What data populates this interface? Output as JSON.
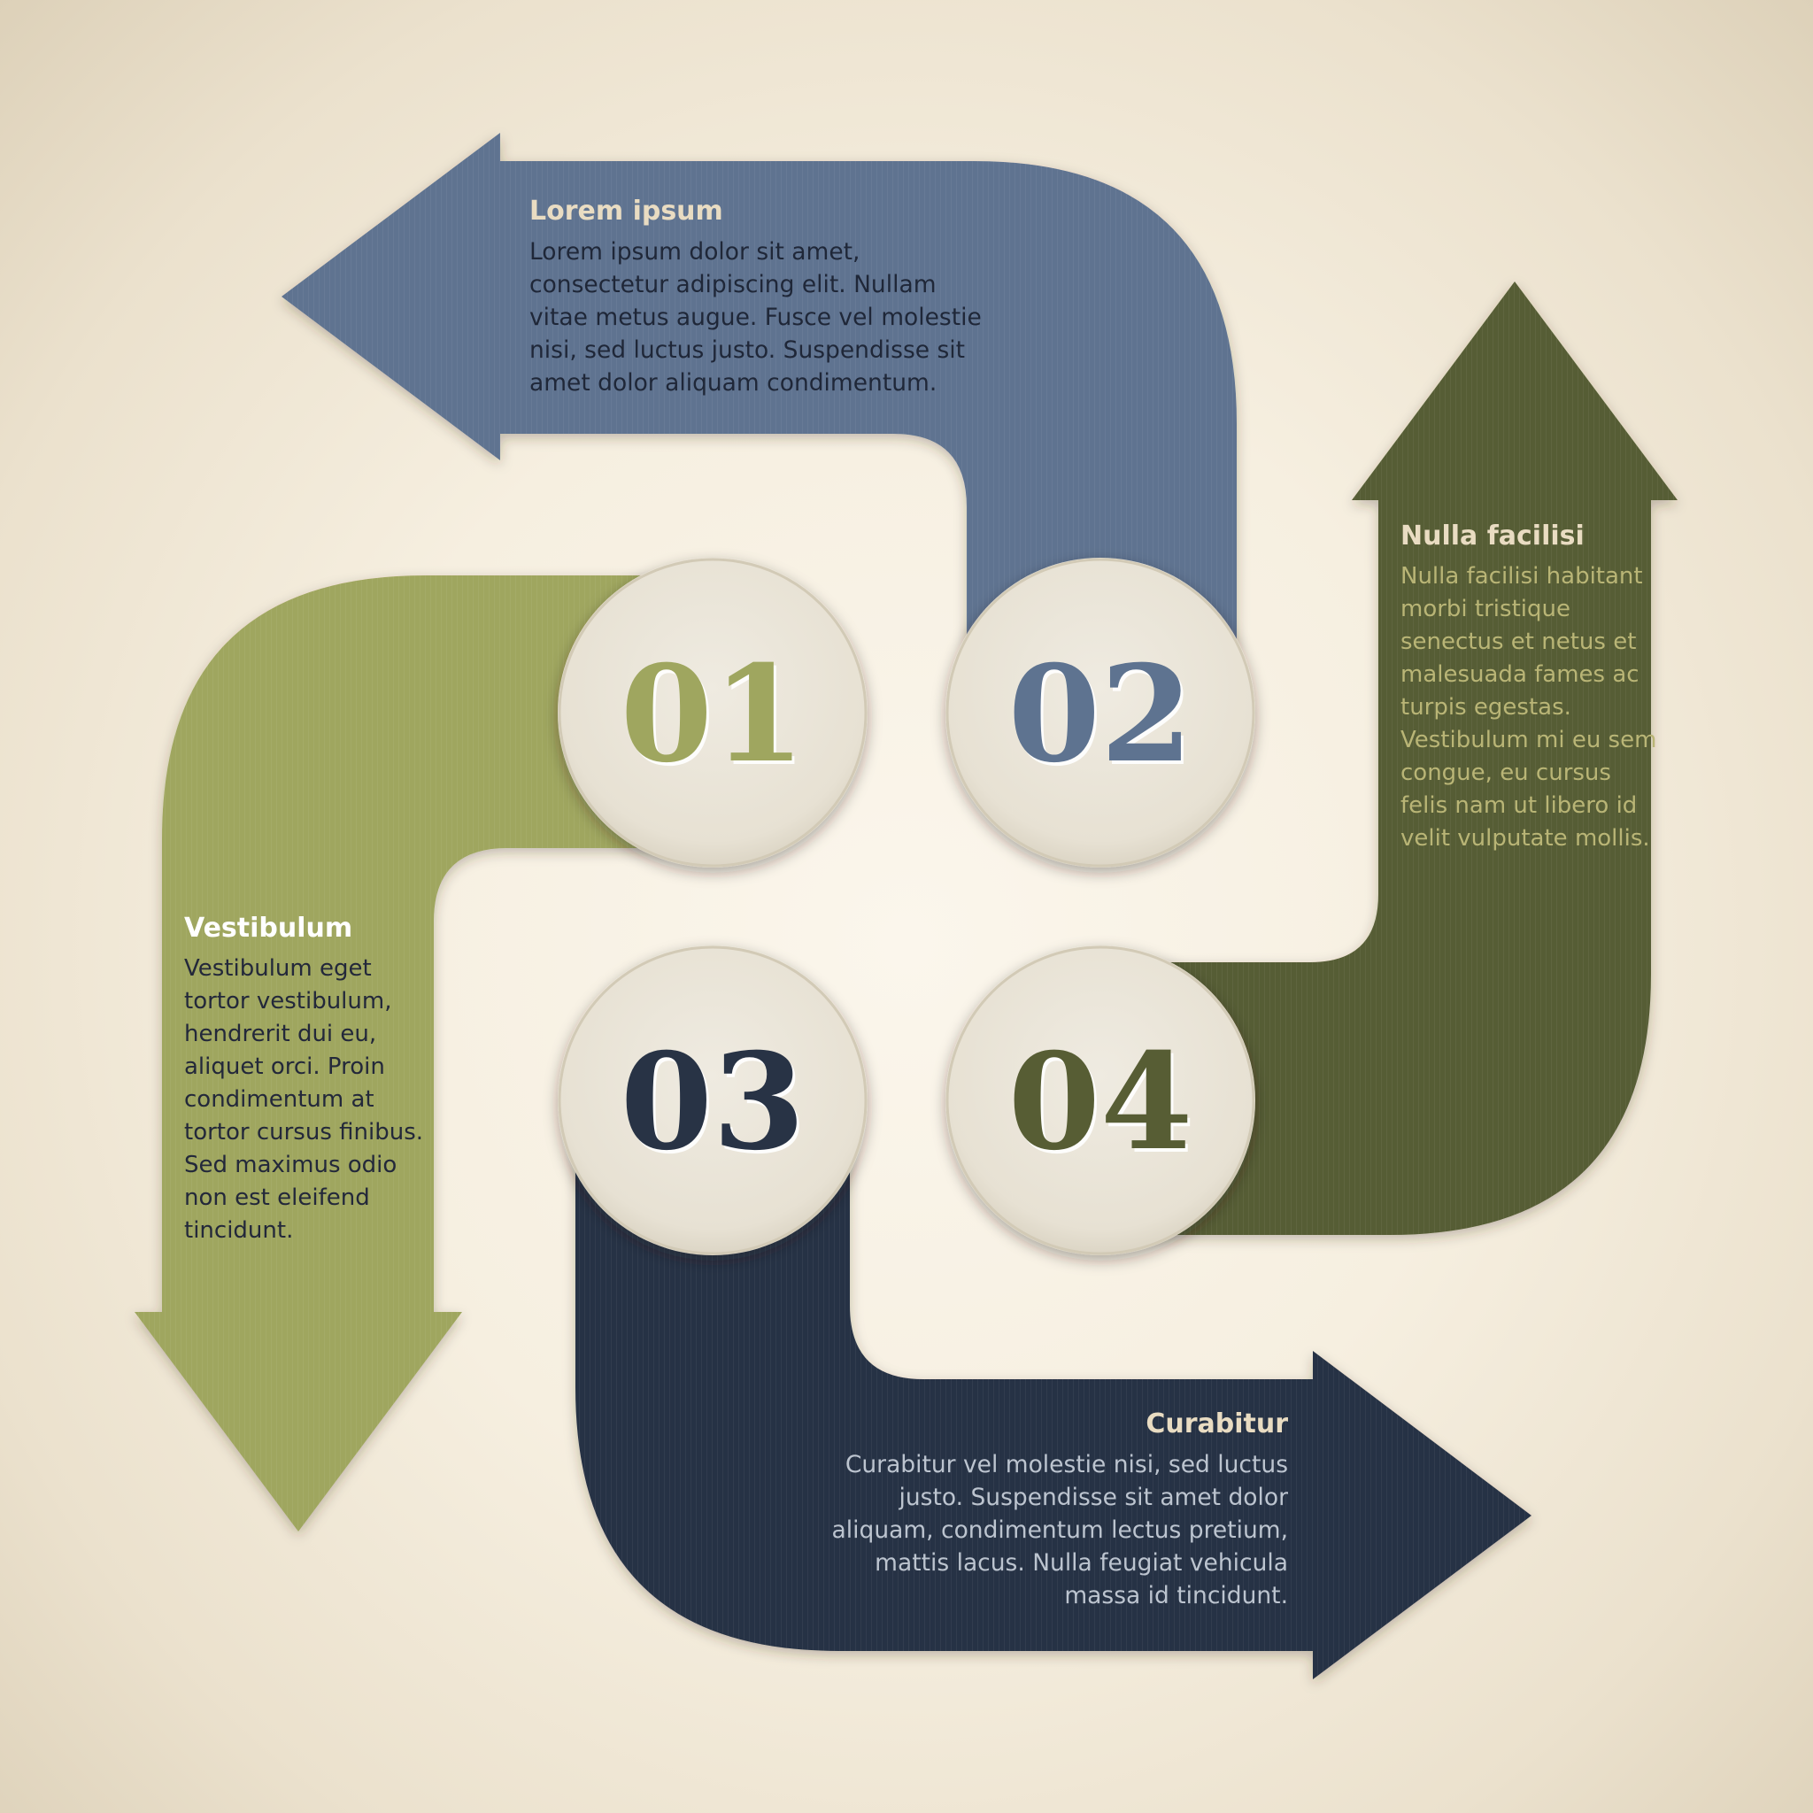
{
  "colors": {
    "blue": "#5e7390",
    "green_light": "#9fa65f",
    "green_dark": "#575d34",
    "navy": "#283345",
    "circle_fill": "#ebe6da"
  },
  "steps": [
    {
      "number": "01",
      "color": "#9fa65f",
      "title": "Vestibulum",
      "body": "Vestibulum eget tortor vestibulum, hendrerit dui eu, aliquet orci. Proin condimentum at tortor cursus finibus. Sed maximus odio non est eleifend tincidunt."
    },
    {
      "number": "02",
      "color": "#5e7390",
      "title": "Lorem ipsum",
      "body": "Lorem ipsum dolor sit amet, consectetur adipiscing elit. Nullam vitae metus augue. Fusce vel molestie nisi, sed luctus justo. Suspendisse sit amet dolor aliquam condimentum."
    },
    {
      "number": "03",
      "color": "#283345",
      "title": "Curabitur",
      "body": "Curabitur vel molestie nisi, sed luctus justo. Suspendisse sit amet dolor aliquam, condimentum lectus pretium, mattis lacus. Nulla feugiat vehicula massa id tincidunt."
    },
    {
      "number": "04",
      "color": "#575d34",
      "title": "Nulla facilisi",
      "body": "Nulla facilisi habitant morbi tristique senectus et netus et malesuada fames ac turpis egestas. Vestibulum mi eu sem congue, eu cursus felis nam ut libero id velit vulputate mollis."
    }
  ]
}
